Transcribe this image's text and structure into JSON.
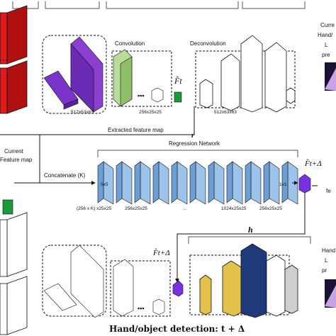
{
  "colors": {
    "red": "#e11b1b",
    "purple": "#8a3fd0",
    "green_conv": "#9fce7a",
    "green_feat": "#1a9a3a",
    "blue": "#9cc3ea",
    "violet": "#7a2fe0",
    "yellow": "#e3c14c",
    "navy": "#1e3a7a",
    "gray": "#cfcfcf",
    "dark": "#111111"
  },
  "top": {
    "conv_label": "Convolution",
    "deconv_label": "Deconvolution",
    "dim_a": "512x63x63",
    "dim_b": "256x25x25",
    "dim_c": "512x63x63",
    "feat_symbol": "F̂t",
    "extracted_label": "Extracted feature map",
    "right_label_1": "Curre",
    "right_label_2": "Hand/",
    "right_label_3": "L",
    "right_label_4": "pre"
  },
  "middle": {
    "current_label_1": "Current",
    "current_label_2": "Feature map",
    "concat_label": "Concatenate (K)",
    "r_symbol": "r",
    "regression_label": "Regression Network",
    "kernel_5": "5x5",
    "kernel_1": "1x1",
    "dims": [
      "(256 x K) x25x25",
      "256x25x25",
      "...",
      "1024x25x25",
      "256x25x25"
    ],
    "output_symbol": "F̂t+Δ",
    "fe_label": "fe"
  },
  "bottom": {
    "input_symbol": "F̂t+Δ",
    "h_symbol": "h",
    "caption": "Hand/object detection: t + Δ",
    "right_label_1": "Hand",
    "right_label_2": "L",
    "right_label_3": "pr"
  }
}
